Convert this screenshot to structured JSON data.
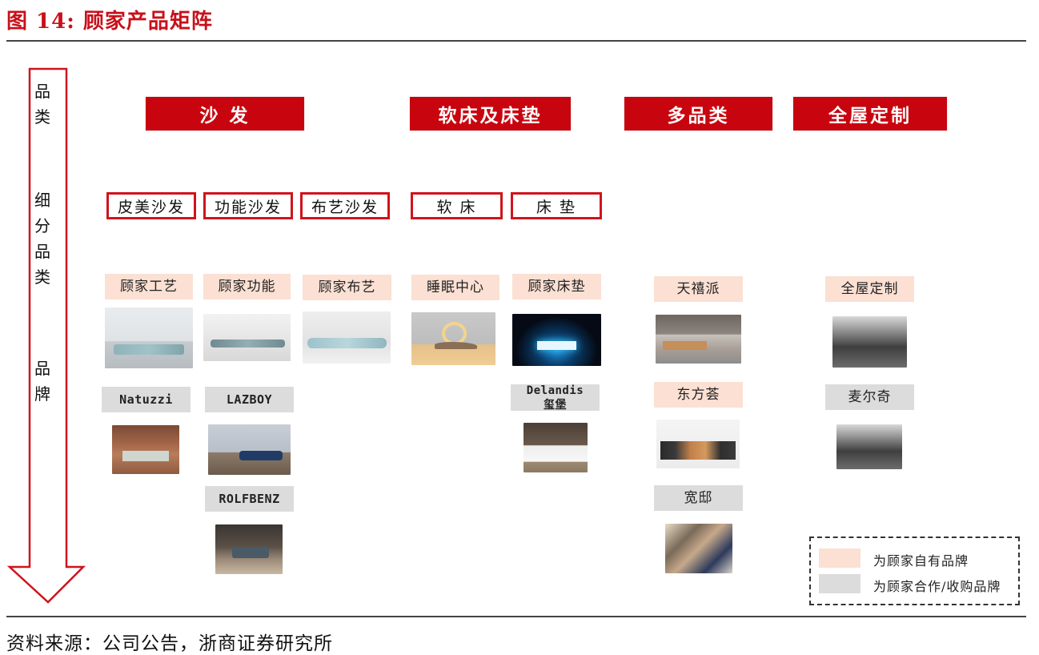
{
  "figure": {
    "title": "图 14:  顾家产品矩阵",
    "source": "资料来源：公司公告，浙商证券研究所"
  },
  "axis": {
    "levels": [
      {
        "label": "品\n类"
      },
      {
        "label": "细\n分\n品\n类"
      },
      {
        "label": "品\n牌"
      }
    ],
    "arrow_color": "#d0141c"
  },
  "categories": [
    {
      "label": "沙 发"
    },
    {
      "label": "软床及床垫"
    },
    {
      "label": "多品类"
    },
    {
      "label": "全屋定制"
    }
  ],
  "subcategories": [
    {
      "label": "皮美沙发",
      "category": "沙发"
    },
    {
      "label": "功能沙发",
      "category": "沙发"
    },
    {
      "label": "布艺沙发",
      "category": "沙发"
    },
    {
      "label": "软 床",
      "category": "软床及床垫"
    },
    {
      "label": "床 垫",
      "category": "软床及床垫"
    }
  ],
  "brands": [
    {
      "label": "顾家工艺",
      "type": "own",
      "photo": "living room with light blue sofa"
    },
    {
      "label": "顾家功能",
      "type": "own",
      "photo": "grey-blue functional sofa"
    },
    {
      "label": "顾家布艺",
      "type": "own",
      "photo": "blue curved fabric sofa"
    },
    {
      "label": "睡眠中心",
      "type": "own",
      "photo": "bed with ring lamp"
    },
    {
      "label": "顾家床垫",
      "type": "own",
      "photo": "mattress on dark blue background"
    },
    {
      "label": "天禧派",
      "type": "own",
      "photo": "living room with tan sofas"
    },
    {
      "label": "全屋定制",
      "type": "own",
      "photo": "custom whole-house interior"
    },
    {
      "label": "Natuzzi",
      "type": "partner",
      "photo": "warm-toned living room"
    },
    {
      "label": "LAZBOY",
      "type": "partner",
      "photo": "navy sofa in living room"
    },
    {
      "label": "Delandis\n玺堡",
      "type": "partner",
      "photo": "bedroom with white bed"
    },
    {
      "label": "东方荟",
      "type": "own",
      "photo": "oriental-style chairs"
    },
    {
      "label": "麦尔奇",
      "type": "partner",
      "photo": "modern interior"
    },
    {
      "label": "ROLFBENZ",
      "type": "partner",
      "photo": "dark sofa in lounge"
    },
    {
      "label": "宽邸",
      "type": "partner",
      "photo": "dining/lounge scene"
    }
  ],
  "legend": {
    "items": [
      {
        "label": "为顾家自有品牌",
        "color": "#fbe0d3"
      },
      {
        "label": "为顾家合作/收购品牌",
        "color": "#dcdcdc"
      }
    ]
  },
  "colors": {
    "brand_red": "#c8050f",
    "own_brand": "#fbe0d3",
    "partner_brand": "#dcdcdc"
  }
}
